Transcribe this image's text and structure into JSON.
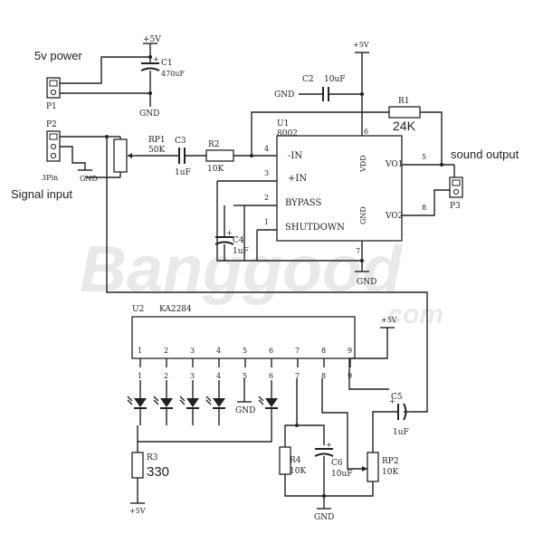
{
  "annotations": {
    "power": "5v power",
    "signal": "Signal input",
    "sound": "sound output"
  },
  "watermark": {
    "main": "Banggood",
    "sub": ".com"
  },
  "power_section": {
    "vcc": "+5V",
    "c1": "C1",
    "c1_value": "470uF",
    "gnd": "GND",
    "p1": "P1"
  },
  "input_section": {
    "p2": "P2",
    "p2_pins": "3Pin",
    "gnd": "GND",
    "rp1": "RP1",
    "rp1_value": "50K",
    "c3": "C3",
    "c3_value": "1uF",
    "r2": "R2",
    "r2_value": "10K"
  },
  "amp_section": {
    "vcc": "+5V",
    "c2": "C2",
    "c2_value": "10uF",
    "c2_gnd": "GND",
    "r1": "R1",
    "r1_value": "24K",
    "u1": "U1",
    "u1_part": "8002",
    "pin_in_minus": "-IN",
    "pin_in_plus": "+IN",
    "pin_bypass": "BYPASS",
    "pin_shutdown": "SHUTDOWN",
    "pin_vdd": "VDD",
    "pin_gnd": "GND",
    "pin_vo1": "VO1",
    "pin_vo2": "VO2",
    "n4": "4",
    "n3": "3",
    "n2": "2",
    "n1": "1",
    "n5": "5",
    "n8": "8",
    "n7": "7",
    "n6": "6",
    "c4": "C4",
    "c4_value": "1uF",
    "gnd_bottom": "GND",
    "p3": "P3"
  },
  "vu_section": {
    "u2": "U2",
    "u2_part": "KA2284",
    "vcc": "+5V",
    "pins": [
      "1",
      "2",
      "3",
      "4",
      "5",
      "6",
      "7",
      "8",
      "9"
    ],
    "gnd_pin5": "GND",
    "c5": "C5",
    "c5_value": "1uF",
    "r3": "R3",
    "r3_value": "330",
    "r3_vcc": "+5V",
    "r4": "R4",
    "r4_value": "10K",
    "c6": "C6",
    "c6_value": "10uF",
    "rp2": "RP2",
    "rp2_value": "10K",
    "gnd": "GND"
  }
}
